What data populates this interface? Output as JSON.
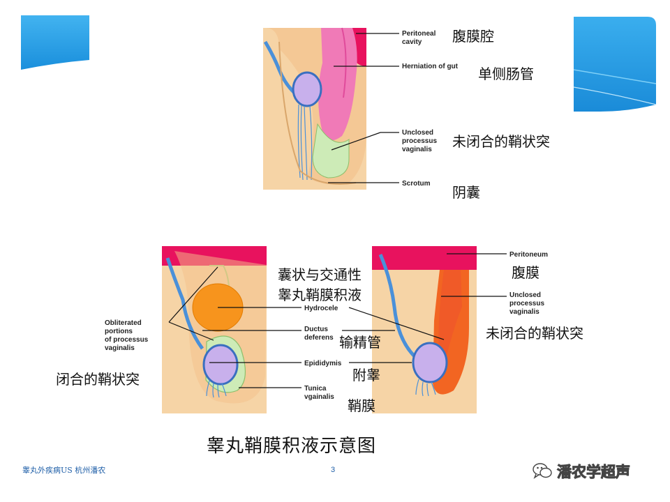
{
  "top_figure": {
    "labels_en": {
      "peritoneal_cavity_1": "Peritoneal",
      "peritoneal_cavity_2": "cavity",
      "herniation": "Herniation of gut",
      "unclosed_1": "Unclosed",
      "unclosed_2": "processus",
      "unclosed_3": "vaginalis",
      "scrotum": "Scrotum"
    },
    "labels_cn": {
      "peritoneal_cavity": "腹膜腔",
      "herniation": "单侧肠管",
      "unclosed": "未闭合的鞘状突",
      "scrotum": "阴囊"
    }
  },
  "bottom_figure": {
    "labels_en": {
      "obliterated_1": "Obliterated",
      "obliterated_2": "portions",
      "obliterated_3": "of processus",
      "obliterated_4": "vaginalis",
      "hydrocele": "Hydrocele",
      "ductus_1": "Ductus",
      "ductus_2": "deferens",
      "epididymis": "Epididymis",
      "tunica_1": "Tunica",
      "tunica_2": "vgainalis",
      "peritoneum": "Peritoneum",
      "unclosed_1": "Unclosed",
      "unclosed_2": "processus",
      "unclosed_3": "vaginalis"
    },
    "labels_cn": {
      "cystic_communicating_1": "囊状与交通性",
      "cystic_communicating_2": "睾丸鞘膜积液",
      "peritoneum": "腹膜",
      "unclosed": "未闭合的鞘状突",
      "ductus": "输精管",
      "epididymis": "附睾",
      "tunica": "鞘膜",
      "closed": "闭合的鞘状突"
    }
  },
  "caption": "睾丸鞘膜积液示意图",
  "footer": {
    "left": "睾丸外疾病US  杭州潘农",
    "page_number": "3"
  },
  "watermark": {
    "text": "潘农学超声"
  },
  "colors": {
    "banner_blue": "#2a9fe6",
    "peritoneum_red": "#e8125e",
    "hernia_pink": "#f07ab7",
    "fluid_green": "#cdebb7",
    "hydrocele_orange": "#f7941d",
    "skin": "#f6d4a6",
    "duct_blue": "#4a90d9",
    "testis_purple": "#b79ae0"
  }
}
